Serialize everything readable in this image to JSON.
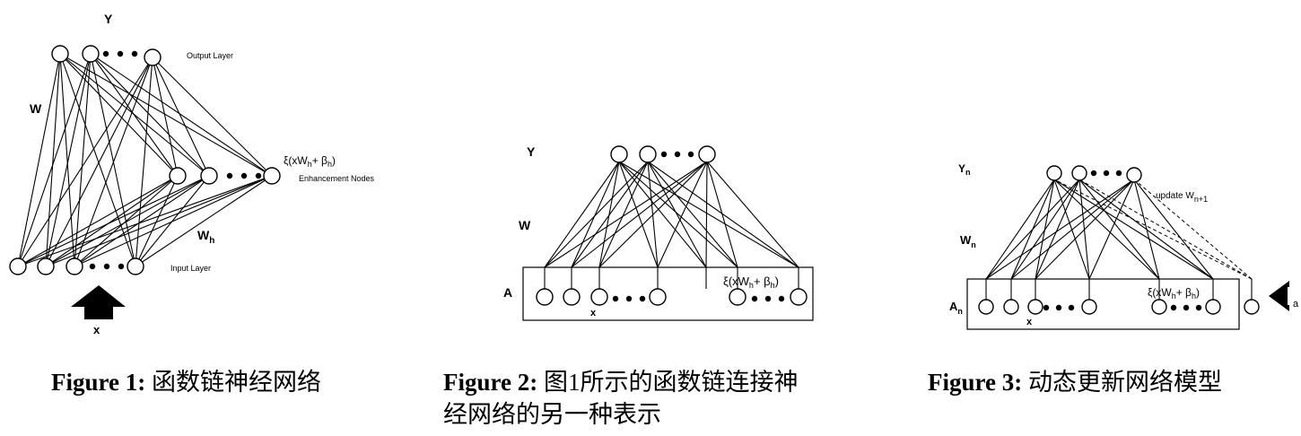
{
  "figures": [
    {
      "figure_label": "Figure 1:",
      "caption": "函数链神经网络",
      "labels": {
        "output_symbol": "Y",
        "output_layer": "Output Layer",
        "weight_output": "W",
        "enhancement_formula": "ξ(xW",
        "enhancement_formula_sub": "h",
        "enhancement_formula_rest": "+ β",
        "enhancement_formula_sub2": "h",
        "enhancement_formula_end": ")",
        "enhancement_nodes": "Enhancement Nodes",
        "weight_hidden": "W",
        "weight_hidden_sub": "h",
        "input_layer": "Input Layer",
        "input_symbol": "x"
      }
    },
    {
      "figure_label": "Figure 2:",
      "caption": "图1所示的函数链连接神经网络的另一种表示",
      "caption_line1": "图1所示的函数链连接神",
      "caption_line2": "经网络的另一种表示",
      "labels": {
        "output_symbol": "Y",
        "weight": "W",
        "input_block": "A",
        "input_symbol": "x",
        "enhancement_formula": "ξ(xW",
        "enhancement_formula_sub": "h",
        "enhancement_formula_rest": "+ β",
        "enhancement_formula_sub2": "h",
        "enhancement_formula_end": ")"
      }
    },
    {
      "figure_label": "Figure 3:",
      "caption": "动态更新网络模型",
      "labels": {
        "output_symbol": "Y",
        "output_sub": "n",
        "update_label": "update W",
        "update_sub": "n+1",
        "weight": "W",
        "weight_sub": "n",
        "input_block": "A",
        "input_sub": "n",
        "input_symbol": "x",
        "enhancement_formula": "ξ(xW",
        "enhancement_formula_sub": "h",
        "enhancement_formula_rest": "+ β",
        "enhancement_formula_sub2": "h",
        "enhancement_formula_end": ")",
        "new_input": "a"
      }
    }
  ]
}
